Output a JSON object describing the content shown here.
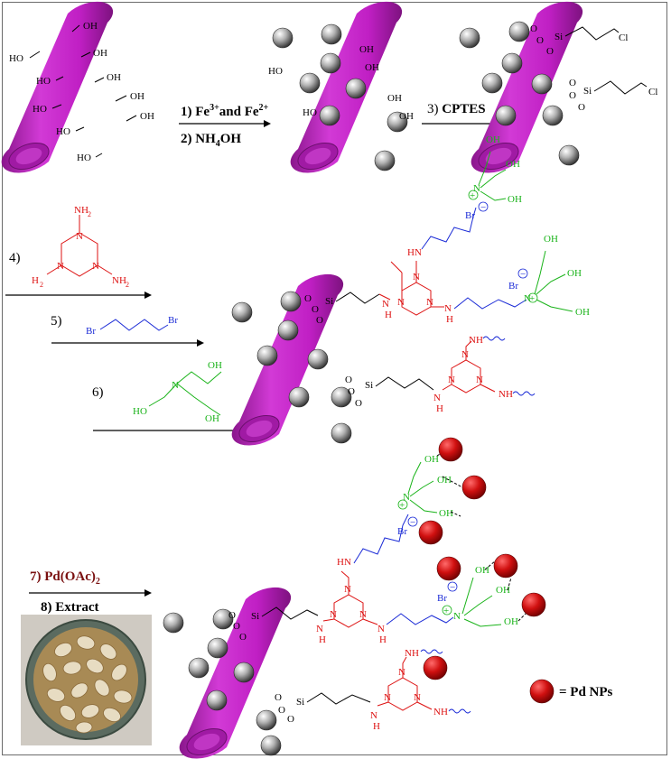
{
  "steps": {
    "s1": "1) Fe",
    "s1_sup": "3+",
    "s1_mid": "and Fe",
    "s1_sup2": "2+",
    "s2": "2) NH",
    "s2_sub": "4",
    "s2_end": "OH",
    "s3": "3) ",
    "s3_bold": "CPTES",
    "s4": "4)",
    "s5": "5)",
    "s6": "6)",
    "s7": "7) Pd(OAc)",
    "s7_sub": "2",
    "s8": "8) Extract"
  },
  "legend": {
    "label": "= Pd NPs"
  },
  "chem": {
    "OH": "OH",
    "HO": "HO",
    "Cl": "Cl",
    "Si": "Si",
    "O": "O",
    "N": "N",
    "NH": "NH",
    "H": "H",
    "HN": "HN",
    "NH2": "NH",
    "sub2": "2",
    "H2N": "H",
    "Br": "Br",
    "plus": "+",
    "minus": "−"
  },
  "colors": {
    "tube": "#c01fc4",
    "tube_dark": "#8a168c",
    "pd": "#c40f0f",
    "melamine": "#d11",
    "linker": "#1b2bd6",
    "tea": "#19b319"
  }
}
